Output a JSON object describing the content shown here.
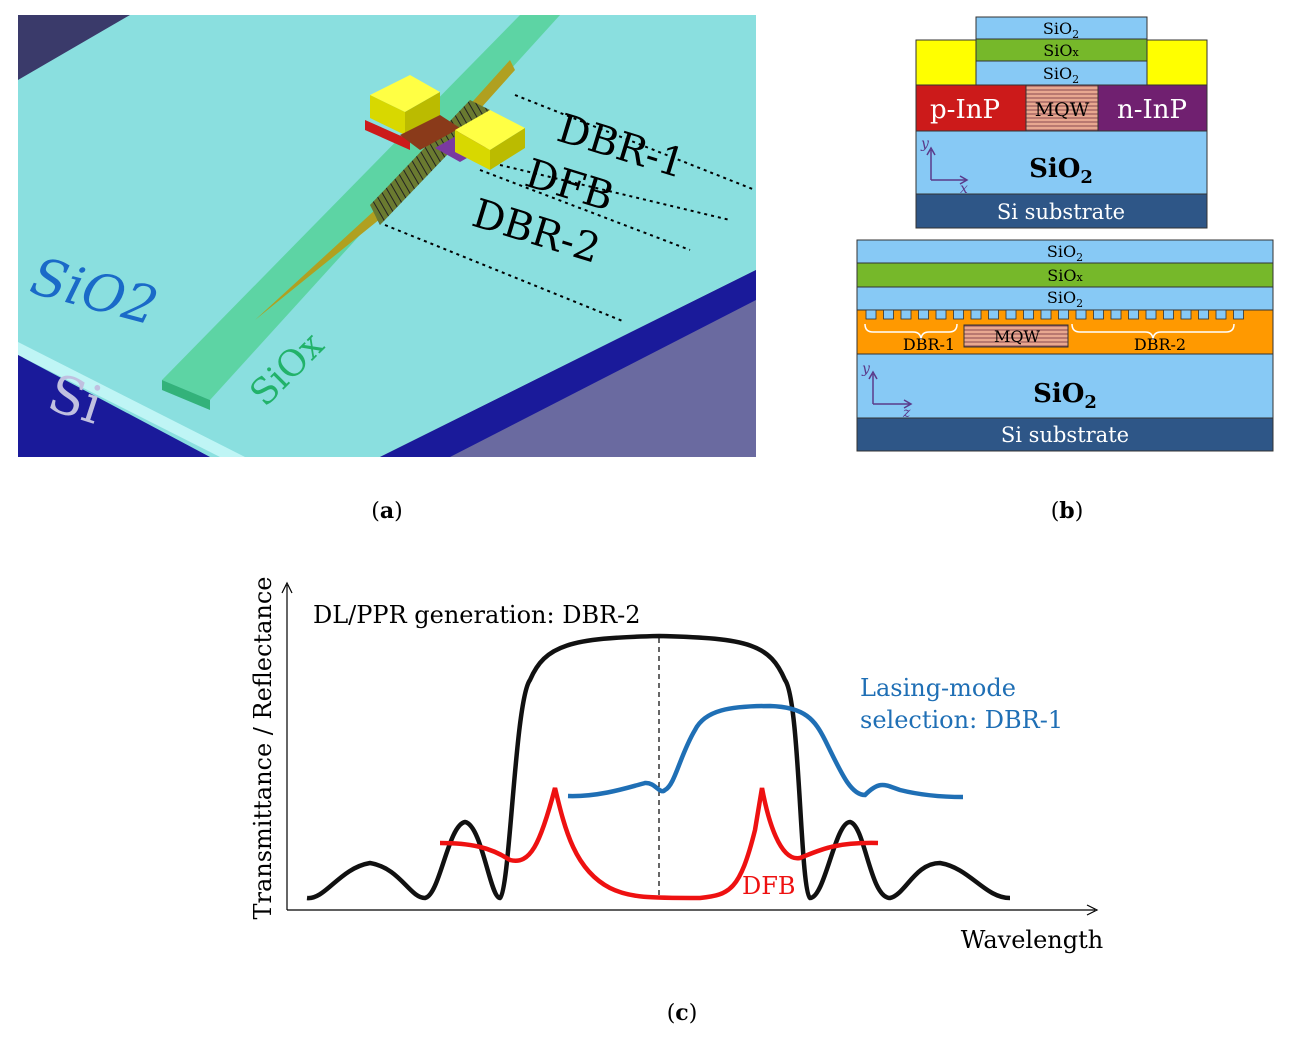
{
  "panel_a": {
    "labels": {
      "sio2": "SiO2",
      "si": "Si",
      "siox": "SiOx",
      "dbr1": "DBR-1",
      "dfb": "DFB",
      "dbr2": "DBR-2"
    },
    "caption_a": "a"
  },
  "panel_b": {
    "top": {
      "sio2_top": "SiO",
      "sio2_top_sub": "2",
      "siox": "SiO",
      "siox_sub": "x",
      "sio2_mid": "SiO",
      "sio2_mid_sub": "2",
      "pinp": "p-InP",
      "mqw": "MQW",
      "ninp": "n-InP",
      "sio2_big": "SiO",
      "sio2_big_sub": "2",
      "axis_y": "y",
      "axis_x": "x",
      "substrate": "Si substrate"
    },
    "bottom": {
      "sio2_top": "SiO",
      "sio2_top_sub": "2",
      "siox": "SiO",
      "siox_sub": "x",
      "sio2_mid": "SiO",
      "sio2_mid_sub": "2",
      "dbr1": "DBR-1",
      "mqw": "MQW",
      "dbr2": "DBR-2",
      "sio2_big": "SiO",
      "sio2_big_sub": "2",
      "axis_y": "y",
      "axis_z": "z",
      "substrate": "Si substrate"
    },
    "caption_b": "b",
    "colors": {
      "light_blue": "#87c9f5",
      "green": "#76b82a",
      "yellow": "#ffff00",
      "red": "#cc1a1a",
      "purple": "#702070",
      "orange": "#ff9900",
      "substrate": "#2e5687"
    }
  },
  "panel_c": {
    "ylabel": "Transmittance / Reflectance",
    "xlabel": "Wavelength",
    "label_black": "DL/PPR generation: DBR-2",
    "label_blue_line1": "Lasing-mode",
    "label_blue_line2": "selection: DBR-1",
    "label_red": "DFB",
    "caption_c": "c",
    "colors": {
      "black": "#111111",
      "blue": "#1f6fb5",
      "red": "#ee1111"
    }
  }
}
